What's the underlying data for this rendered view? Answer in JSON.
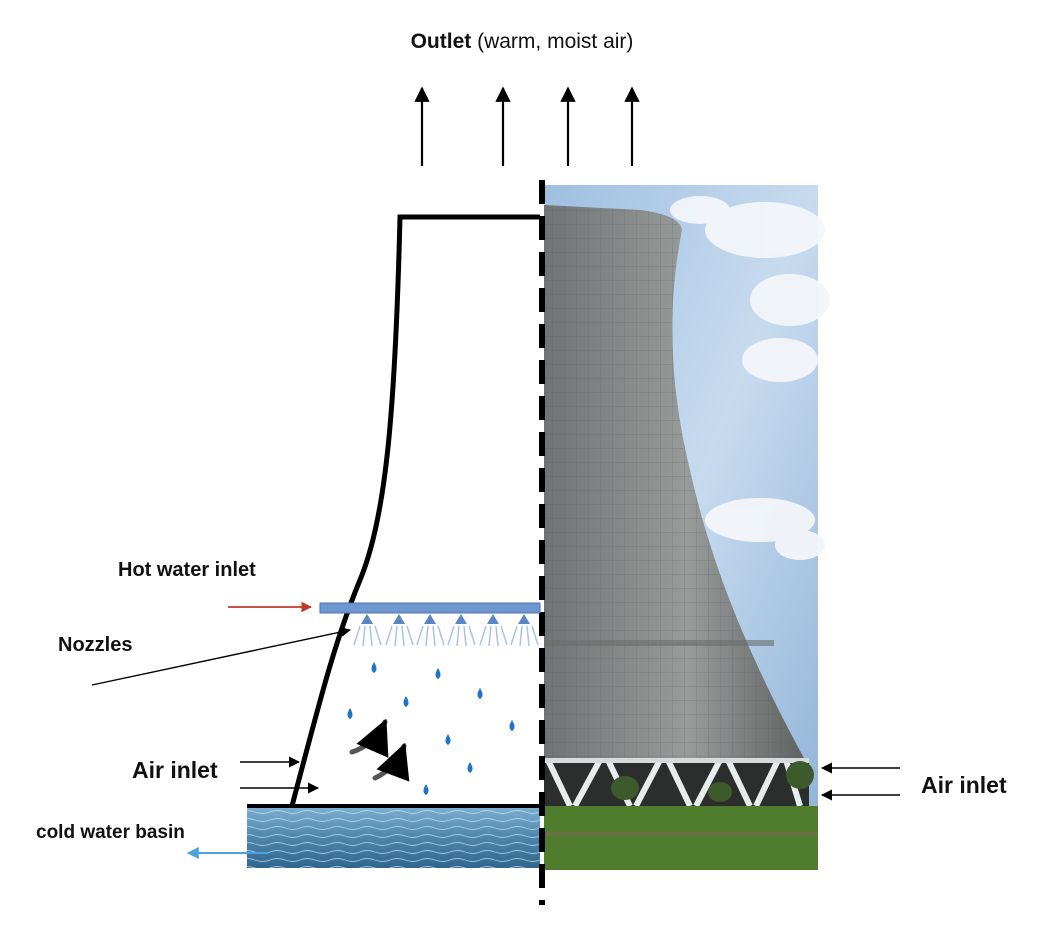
{
  "title": {
    "bold": "Outlet",
    "rest": " (warm, moist air)"
  },
  "labels": {
    "hot_water_inlet": "Hot water inlet",
    "nozzles": "Nozzles",
    "air_inlet_left": "Air inlet",
    "air_inlet_right": "Air inlet",
    "cold_water_basin": "cold water basin"
  },
  "colors": {
    "hot_water_arrow": "#c0392b",
    "cold_water_arrow": "#4aa3df",
    "header_pipe": "#6e97cf",
    "droplet": "#1f73c9",
    "outline": "#000000"
  }
}
